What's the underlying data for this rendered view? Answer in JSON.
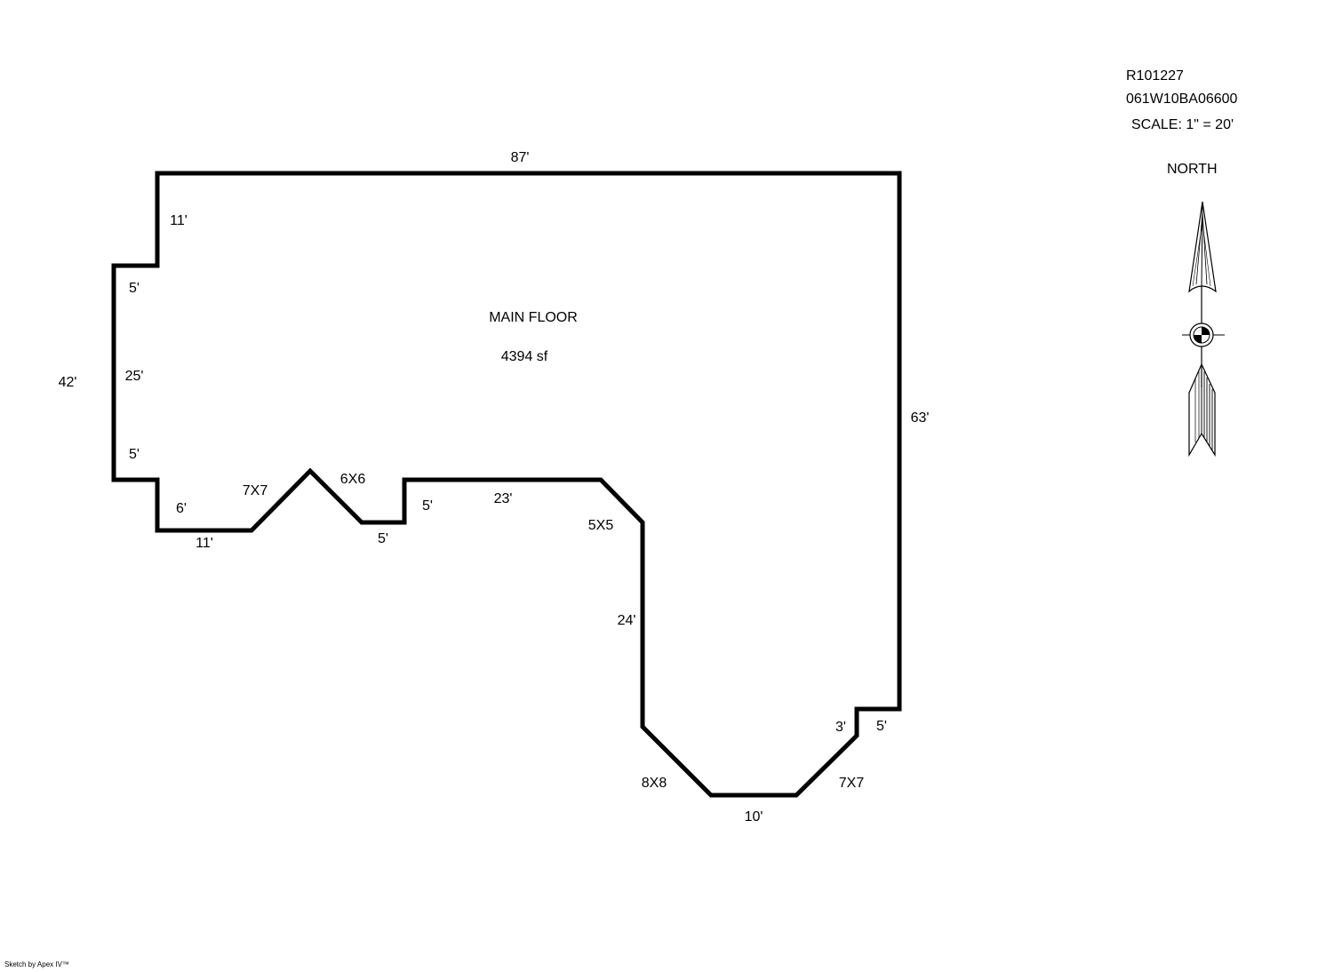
{
  "header": {
    "parcel_id": "R101227",
    "map_tax_lot": "061W10BA06600",
    "scale": "SCALE: 1\" = 20'"
  },
  "compass": {
    "label": "NORTH",
    "icon": "north-arrow-icon"
  },
  "area": {
    "name": "MAIN FLOOR",
    "size": "4394 sf"
  },
  "dimensions": {
    "top": "87'",
    "left_upper_step": "11'",
    "left_step_5a": "5'",
    "left_25": "25'",
    "left_overall": "42'",
    "left_step_5b": "5'",
    "left_lower_6": "6'",
    "bottom_11": "11'",
    "diag_7x7": "7X7",
    "diag_6x6": "6X6",
    "notch_5_bottom": "5'",
    "notch_5_side": "5'",
    "run_23": "23'",
    "diag_5x5": "5X5",
    "wing_24": "24'",
    "diag_8x8": "8X8",
    "wing_bottom_10": "10'",
    "diag_7x7_right": "7X7",
    "step_3": "3'",
    "step_5_right": "5'",
    "right_63": "63'"
  },
  "colors": {
    "line": "#000000",
    "background": "#ffffff"
  },
  "footer": {
    "credit": "Sketch by Apex IV™"
  }
}
